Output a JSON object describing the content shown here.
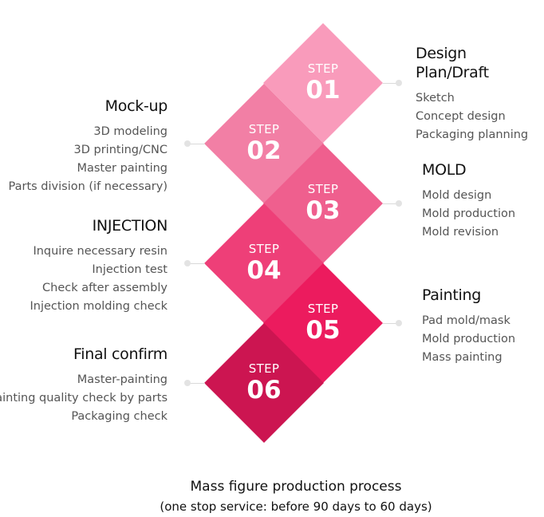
{
  "steps": [
    {
      "word": "STEP",
      "number": "01",
      "color": "#f99bbb",
      "title": "Design Plan/Draft",
      "items": [
        "Sketch",
        "Concept design",
        "Packaging planning"
      ]
    },
    {
      "word": "STEP",
      "number": "02",
      "color": "#f27fa5",
      "title": "Mock-up",
      "items": [
        "3D modeling",
        "3D printing/CNC",
        "Master painting",
        "Parts division (if necessary)"
      ]
    },
    {
      "word": "STEP",
      "number": "03",
      "color": "#ef5f8e",
      "title": "MOLD",
      "items": [
        "Mold design",
        "Mold production",
        "Mold revision"
      ]
    },
    {
      "word": "STEP",
      "number": "04",
      "color": "#ee3f78",
      "title": "INJECTION",
      "items": [
        "Inquire necessary resin",
        "Injection test",
        "Check after assembly",
        "Injection molding check"
      ]
    },
    {
      "word": "STEP",
      "number": "05",
      "color": "#ec1b5e",
      "title": "Painting",
      "items": [
        "Pad mold/mask",
        "Mold production",
        "Mass painting"
      ]
    },
    {
      "word": "STEP",
      "number": "06",
      "color": "#cc1551",
      "title": "Final confirm",
      "items": [
        "Master-painting",
        "Painting quality check by parts",
        "Packaging check"
      ]
    }
  ],
  "caption": {
    "line1": "Mass figure production process",
    "line2": "(one stop service: before 90 days to 60 days)"
  }
}
